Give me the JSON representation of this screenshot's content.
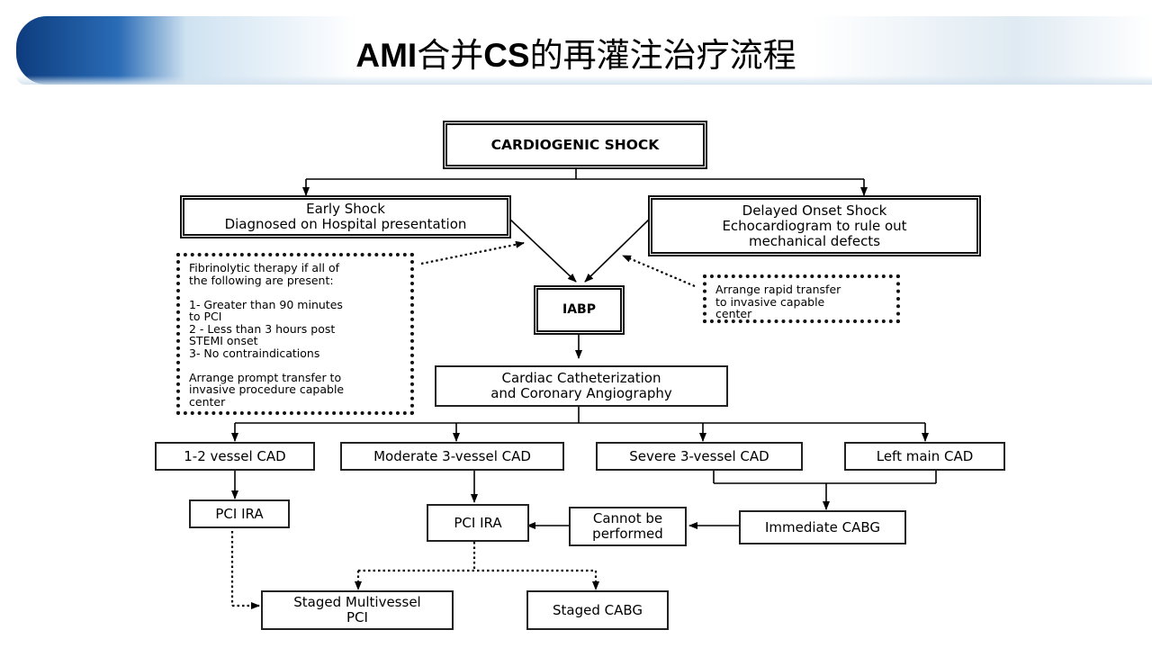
{
  "slide": {
    "title_prefix": "AMI",
    "title_mid1": "合并",
    "title_cs": "CS",
    "title_rest": "的再灌注治疗流程"
  },
  "diagram": {
    "cardiogenic_shock": "CARDIOGENIC SHOCK",
    "early_shock": "Early Shock\nDiagnosed on Hospital presentation",
    "delayed_shock": "Delayed Onset Shock\nEchocardiogram to rule out\nmechanical defects",
    "fibrinolytic_note": "Fibrinolytic therapy if all of\nthe following are present:\n\n1- Greater than 90 minutes\n    to PCI\n2 - Less than 3 hours post\n    STEMI onset\n3- No contraindications\n\nArrange prompt transfer to\ninvasive procedure capable\ncenter",
    "transfer_note": "Arrange rapid transfer\nto invasive capable\ncenter",
    "iabp": "IABP",
    "cath": "Cardiac Catheterization\nand Coronary Angiography",
    "cad_1_2": "1-2 vessel CAD",
    "cad_mod3": "Moderate 3-vessel CAD",
    "cad_sev3": "Severe 3-vessel CAD",
    "cad_lm": "Left main CAD",
    "pci_ira_1": "PCI IRA",
    "pci_ira_2": "PCI IRA",
    "cannot": "Cannot be\nperformed",
    "imm_cabg": "Immediate CABG",
    "staged_multi": "Staged Multivessel\nPCI",
    "staged_cabg": "Staged CABG"
  }
}
